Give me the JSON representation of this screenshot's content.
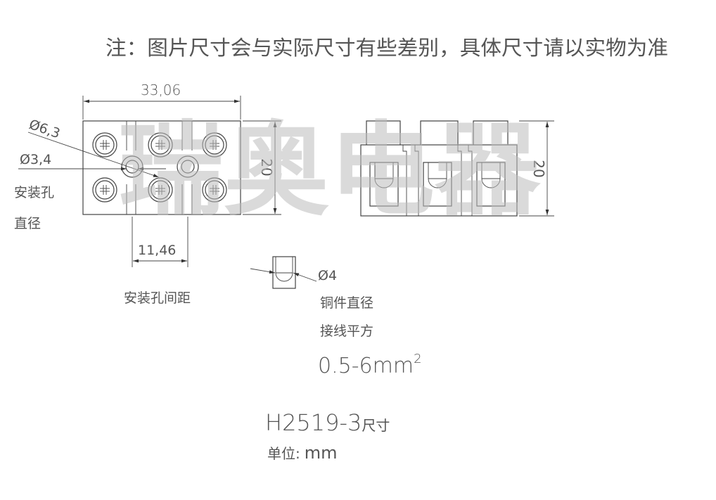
{
  "note": "注：图片尺寸会与实际尺寸有些差别，具体尺寸请以实物为准",
  "watermark": "瑞奥电器",
  "dims": {
    "width": "33,06",
    "height_left": "20",
    "height_right": "20",
    "mount_spacing": "11,46",
    "outer_dia": "Ø6,3",
    "hole_dia": "Ø3,4",
    "copper_dia": "Ø4"
  },
  "labels": {
    "mount_hole_dia_line1": "安装孔",
    "mount_hole_dia_line2": "直径",
    "mount_spacing": "安装孔间距",
    "copper_dia": "铜件直径",
    "wire_area": "接线平方",
    "wire_range": "0.5-6mm",
    "wire_range_sup": "2",
    "model": "H2519-3",
    "model_suffix": "尺寸",
    "unit_label": "单位:",
    "unit_value": "mm"
  }
}
